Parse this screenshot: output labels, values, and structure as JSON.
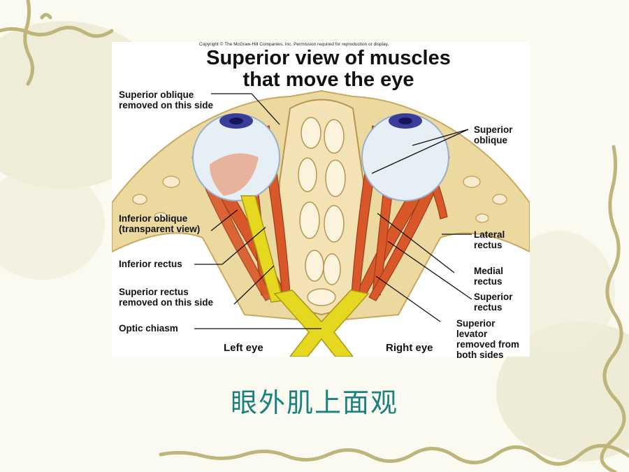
{
  "figure": {
    "copyright": "Copyright © The McGraw-Hill Companies, Inc. Permission required for reproduction or display.",
    "title_line1": "Superior view of muscles",
    "title_line2": "that move the eye",
    "labels": {
      "superior_oblique_removed": "Superior oblique\nremoved on this side",
      "inferior_oblique": "Inferior oblique\n(transparent view)",
      "inferior_rectus": "Inferior rectus",
      "superior_rectus_removed": "Superior rectus\nremoved on this side",
      "optic_chiasm": "Optic chiasm",
      "left_eye": "Left eye",
      "right_eye": "Right eye",
      "superior_oblique": "Superior\noblique",
      "lateral_rectus": "Lateral\nrectus",
      "medial_rectus": "Medial\nrectus",
      "superior_rectus": "Superior\nrectus",
      "superior_levator": "Superior\nlevator\nremoved from\nboth sides"
    }
  },
  "caption": "眼外肌上面观",
  "colors": {
    "caption": "#1a8080",
    "muscle": "#d8582a",
    "bone": "#ecd9a0",
    "nerve": "#e6d820",
    "vine": "#b8b070"
  }
}
